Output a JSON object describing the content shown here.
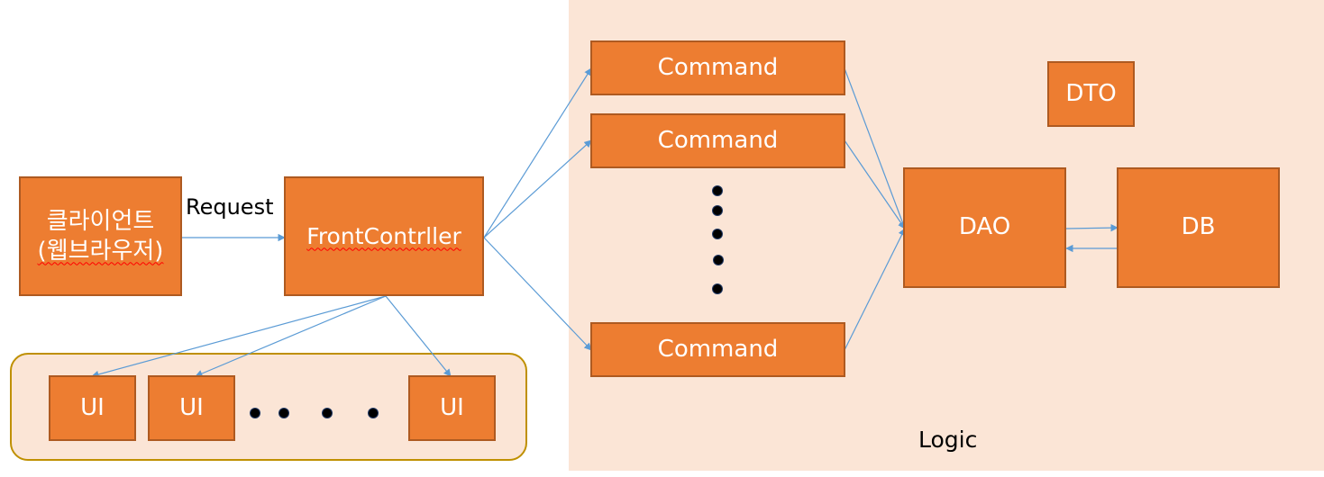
{
  "colors": {
    "box_fill": "#ed7d31",
    "box_border": "#ae5a21",
    "logic_background": "#fbe5d6",
    "ui_group_border": "#bf9000",
    "arrow": "#5b9bd5"
  },
  "client": {
    "line1": "클라이언트",
    "line2": "(웹브라우저)"
  },
  "request_label": "Request",
  "front_controller": "FrontContrller",
  "commands": [
    "Command",
    "Command",
    "Command"
  ],
  "dto": "DTO",
  "dao": "DAO",
  "db": "DB",
  "ui_items": [
    "UI",
    "UI",
    "UI"
  ],
  "logic_label": "Logic"
}
